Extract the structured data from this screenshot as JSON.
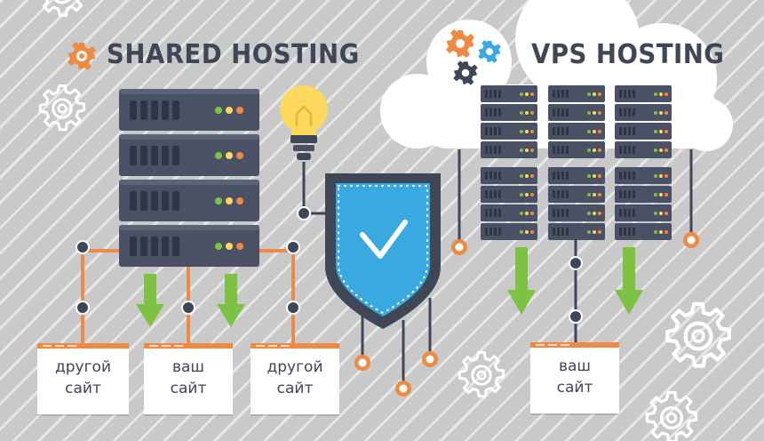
{
  "titles": {
    "shared": "SHARED HOSTING",
    "vps": "VPS HOSTING"
  },
  "labels": {
    "other_site_1": [
      "другой",
      "сайт"
    ],
    "your_site_1": [
      "ваш",
      "сайт"
    ],
    "other_site_2": [
      "другой",
      "сайт"
    ],
    "your_site_vps": [
      "ваш",
      "сайт"
    ]
  },
  "colors": {
    "background": "#c9c9c9",
    "server_dark": "#3f4656",
    "server_mid": "#50586a",
    "accent_orange": "#ef8a45",
    "arrow_green": "#7dc242",
    "shield_blue": "#39a9e0",
    "bulb_yellow": "#fcd85f",
    "cloud_white": "#ffffff"
  },
  "icons": [
    "gear-icon",
    "lightbulb-icon",
    "shield-check-icon",
    "cloud-icon",
    "server-rack-icon",
    "arrow-down-icon"
  ]
}
